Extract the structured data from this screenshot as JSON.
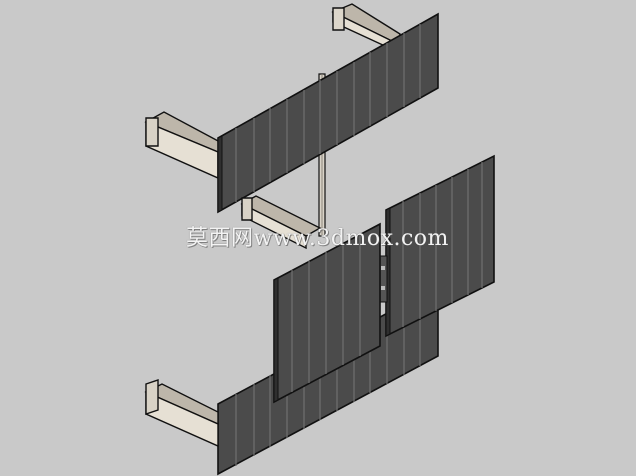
{
  "watermark": {
    "text": "莫西网www.3dmox.com"
  },
  "colors": {
    "background": "#c9c9c9",
    "panel_fill": "#4b4b4b",
    "panel_slat_line": "#6a6a6a",
    "bracket_face": "#e6e0d4",
    "bracket_side": "#9c9488",
    "outline": "#111111"
  },
  "icons": [
    "cladding-panel",
    "wall-bracket",
    "support-post"
  ]
}
